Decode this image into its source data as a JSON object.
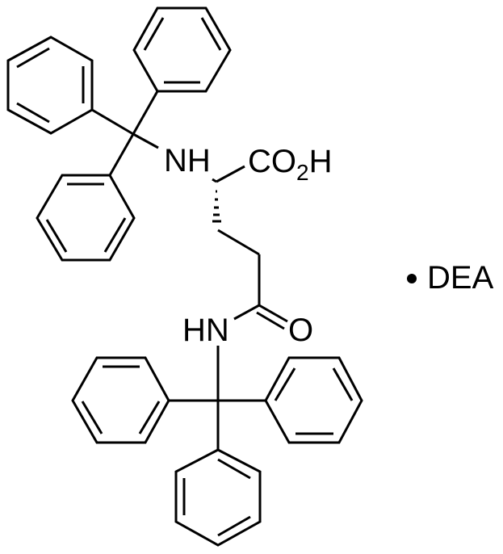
{
  "molecule": {
    "nh_top": "NH",
    "co2h": {
      "c": "CO",
      "sub": "2",
      "h": "H"
    },
    "hn_bottom": "HN",
    "oxygen": "O",
    "salt": {
      "bullet": "•",
      "label": "DEA"
    }
  },
  "colors": {
    "stroke": "#000000",
    "background": "#ffffff"
  }
}
